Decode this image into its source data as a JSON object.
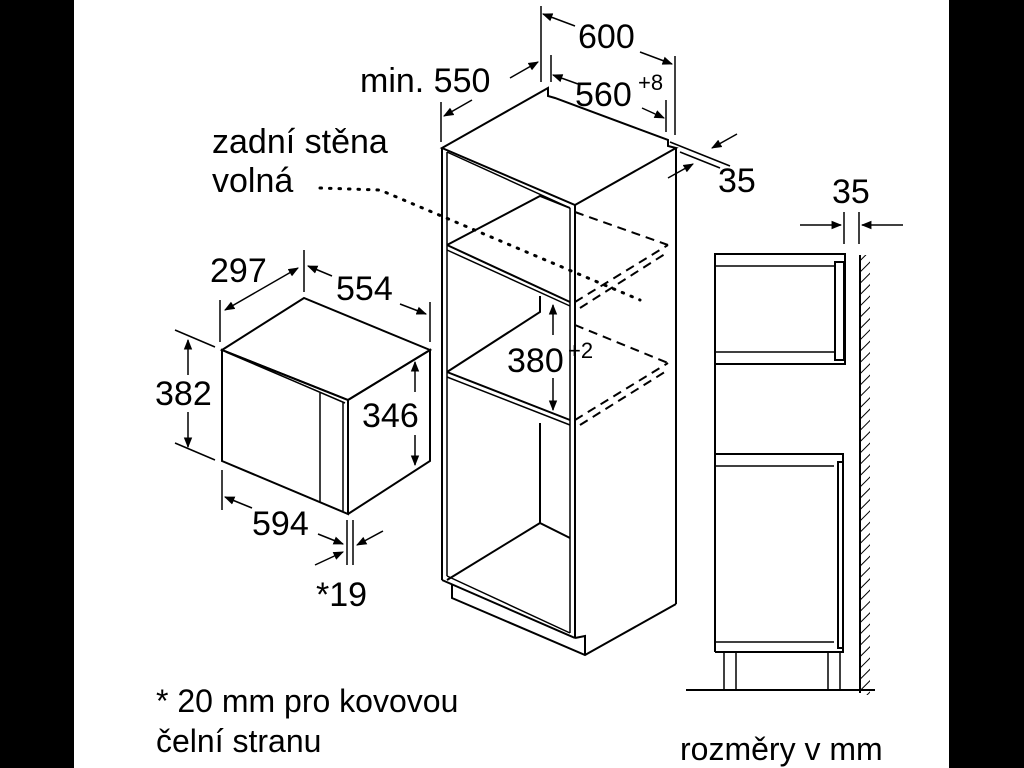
{
  "colors": {
    "background": "#ffffff",
    "ink": "#000000",
    "letterbox": "#000000"
  },
  "cabinet": {
    "width_outer": "600",
    "width_inner": "560",
    "width_inner_tolerance": "+8",
    "depth": "min. 550",
    "back_gap": "35",
    "niche_height": "380",
    "niche_height_tolerance": "+2",
    "rear_wall_note_line1": "zadní stěna",
    "rear_wall_note_line2": "volná"
  },
  "appliance": {
    "depth": "297",
    "side_depth": "554",
    "height_outer": "382",
    "height_inner": "346",
    "width": "594",
    "front_thickness": "*19"
  },
  "side_view": {
    "wall_gap": "35"
  },
  "footnote": {
    "line1": "* 20 mm pro kovovou",
    "line2": "čelní stranu"
  },
  "units_note": "rozměry v mm"
}
